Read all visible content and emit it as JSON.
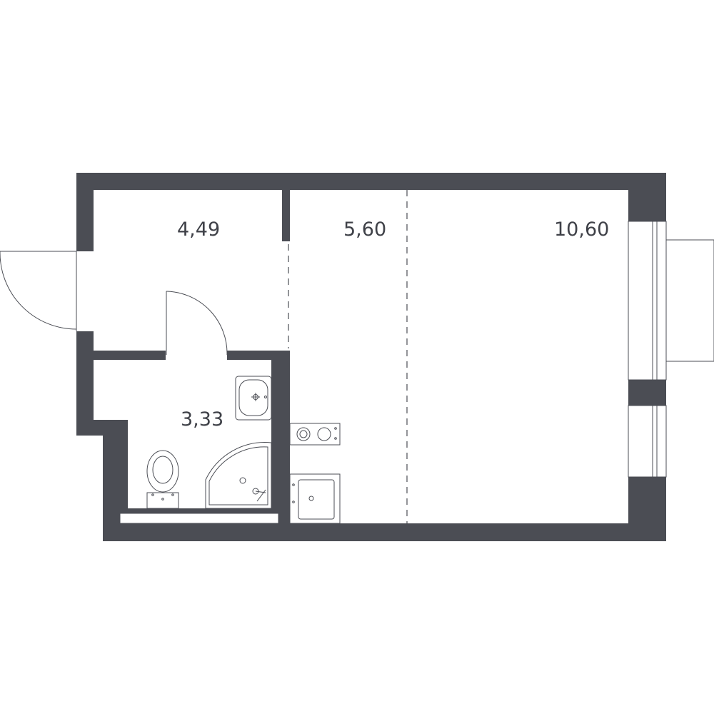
{
  "floor_plan": {
    "rooms": [
      {
        "id": "hallway",
        "area_label": "4,49"
      },
      {
        "id": "kitchen",
        "area_label": "5,60"
      },
      {
        "id": "living-room",
        "area_label": "10,60"
      },
      {
        "id": "bathroom",
        "area_label": "3,33"
      }
    ],
    "colors": {
      "wall": "#4b4d54",
      "line": "#4b4d54",
      "background": "#ffffff",
      "label": "#3f4148"
    }
  }
}
